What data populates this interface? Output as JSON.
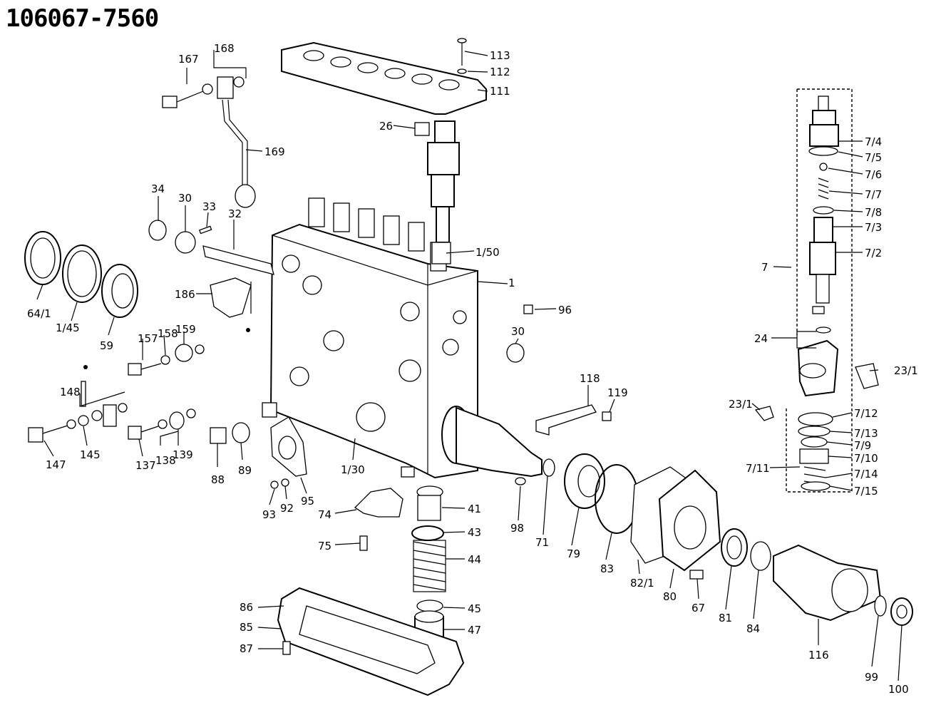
{
  "title": "106067-7560",
  "labels": [
    {
      "id": "113",
      "text": "113"
    },
    {
      "id": "112",
      "text": "112"
    },
    {
      "id": "111",
      "text": "111"
    },
    {
      "id": "167",
      "text": "167"
    },
    {
      "id": "168",
      "text": "168"
    },
    {
      "id": "169",
      "text": "169"
    },
    {
      "id": "26",
      "text": "26"
    },
    {
      "id": "34",
      "text": "34"
    },
    {
      "id": "30a",
      "text": "30"
    },
    {
      "id": "33",
      "text": "33"
    },
    {
      "id": "32",
      "text": "32"
    },
    {
      "id": "1_50",
      "text": "1/50"
    },
    {
      "id": "1",
      "text": "1"
    },
    {
      "id": "64_1",
      "text": "64/1"
    },
    {
      "id": "1_45",
      "text": "1/45"
    },
    {
      "id": "59",
      "text": "59"
    },
    {
      "id": "186",
      "text": "186"
    },
    {
      "id": "96",
      "text": "96"
    },
    {
      "id": "30b",
      "text": "30"
    },
    {
      "id": "157",
      "text": "157"
    },
    {
      "id": "158",
      "text": "158"
    },
    {
      "id": "159",
      "text": "159"
    },
    {
      "id": "148",
      "text": "148"
    },
    {
      "id": "147",
      "text": "147"
    },
    {
      "id": "145",
      "text": "145"
    },
    {
      "id": "137",
      "text": "137"
    },
    {
      "id": "138",
      "text": "138"
    },
    {
      "id": "139",
      "text": "139"
    },
    {
      "id": "88",
      "text": "88"
    },
    {
      "id": "89",
      "text": "89"
    },
    {
      "id": "1_30",
      "text": "1/30"
    },
    {
      "id": "93",
      "text": "93"
    },
    {
      "id": "92",
      "text": "92"
    },
    {
      "id": "95",
      "text": "95"
    },
    {
      "id": "74",
      "text": "74"
    },
    {
      "id": "75",
      "text": "75"
    },
    {
      "id": "41",
      "text": "41"
    },
    {
      "id": "43",
      "text": "43"
    },
    {
      "id": "44",
      "text": "44"
    },
    {
      "id": "45",
      "text": "45"
    },
    {
      "id": "47",
      "text": "47"
    },
    {
      "id": "86",
      "text": "86"
    },
    {
      "id": "85",
      "text": "85"
    },
    {
      "id": "87",
      "text": "87"
    },
    {
      "id": "98",
      "text": "98"
    },
    {
      "id": "71",
      "text": "71"
    },
    {
      "id": "79",
      "text": "79"
    },
    {
      "id": "83",
      "text": "83"
    },
    {
      "id": "82_1",
      "text": "82/1"
    },
    {
      "id": "80",
      "text": "80"
    },
    {
      "id": "67",
      "text": "67"
    },
    {
      "id": "81",
      "text": "81"
    },
    {
      "id": "84",
      "text": "84"
    },
    {
      "id": "116",
      "text": "116"
    },
    {
      "id": "99",
      "text": "99"
    },
    {
      "id": "100",
      "text": "100"
    },
    {
      "id": "118",
      "text": "118"
    },
    {
      "id": "119",
      "text": "119"
    },
    {
      "id": "7_4",
      "text": "7/4"
    },
    {
      "id": "7_5",
      "text": "7/5"
    },
    {
      "id": "7_6",
      "text": "7/6"
    },
    {
      "id": "7_7",
      "text": "7/7"
    },
    {
      "id": "7_8",
      "text": "7/8"
    },
    {
      "id": "7_3",
      "text": "7/3"
    },
    {
      "id": "7_2",
      "text": "7/2"
    },
    {
      "id": "7",
      "text": "7"
    },
    {
      "id": "24",
      "text": "24"
    },
    {
      "id": "23_1a",
      "text": "23/1"
    },
    {
      "id": "23_1b",
      "text": "23/1"
    },
    {
      "id": "7_12",
      "text": "7/12"
    },
    {
      "id": "7_13",
      "text": "7/13"
    },
    {
      "id": "7_9",
      "text": "7/9"
    },
    {
      "id": "7_10",
      "text": "7/10"
    },
    {
      "id": "7_11",
      "text": "7/11"
    },
    {
      "id": "7_14",
      "text": "7/14"
    },
    {
      "id": "7_15",
      "text": "7/15"
    }
  ]
}
